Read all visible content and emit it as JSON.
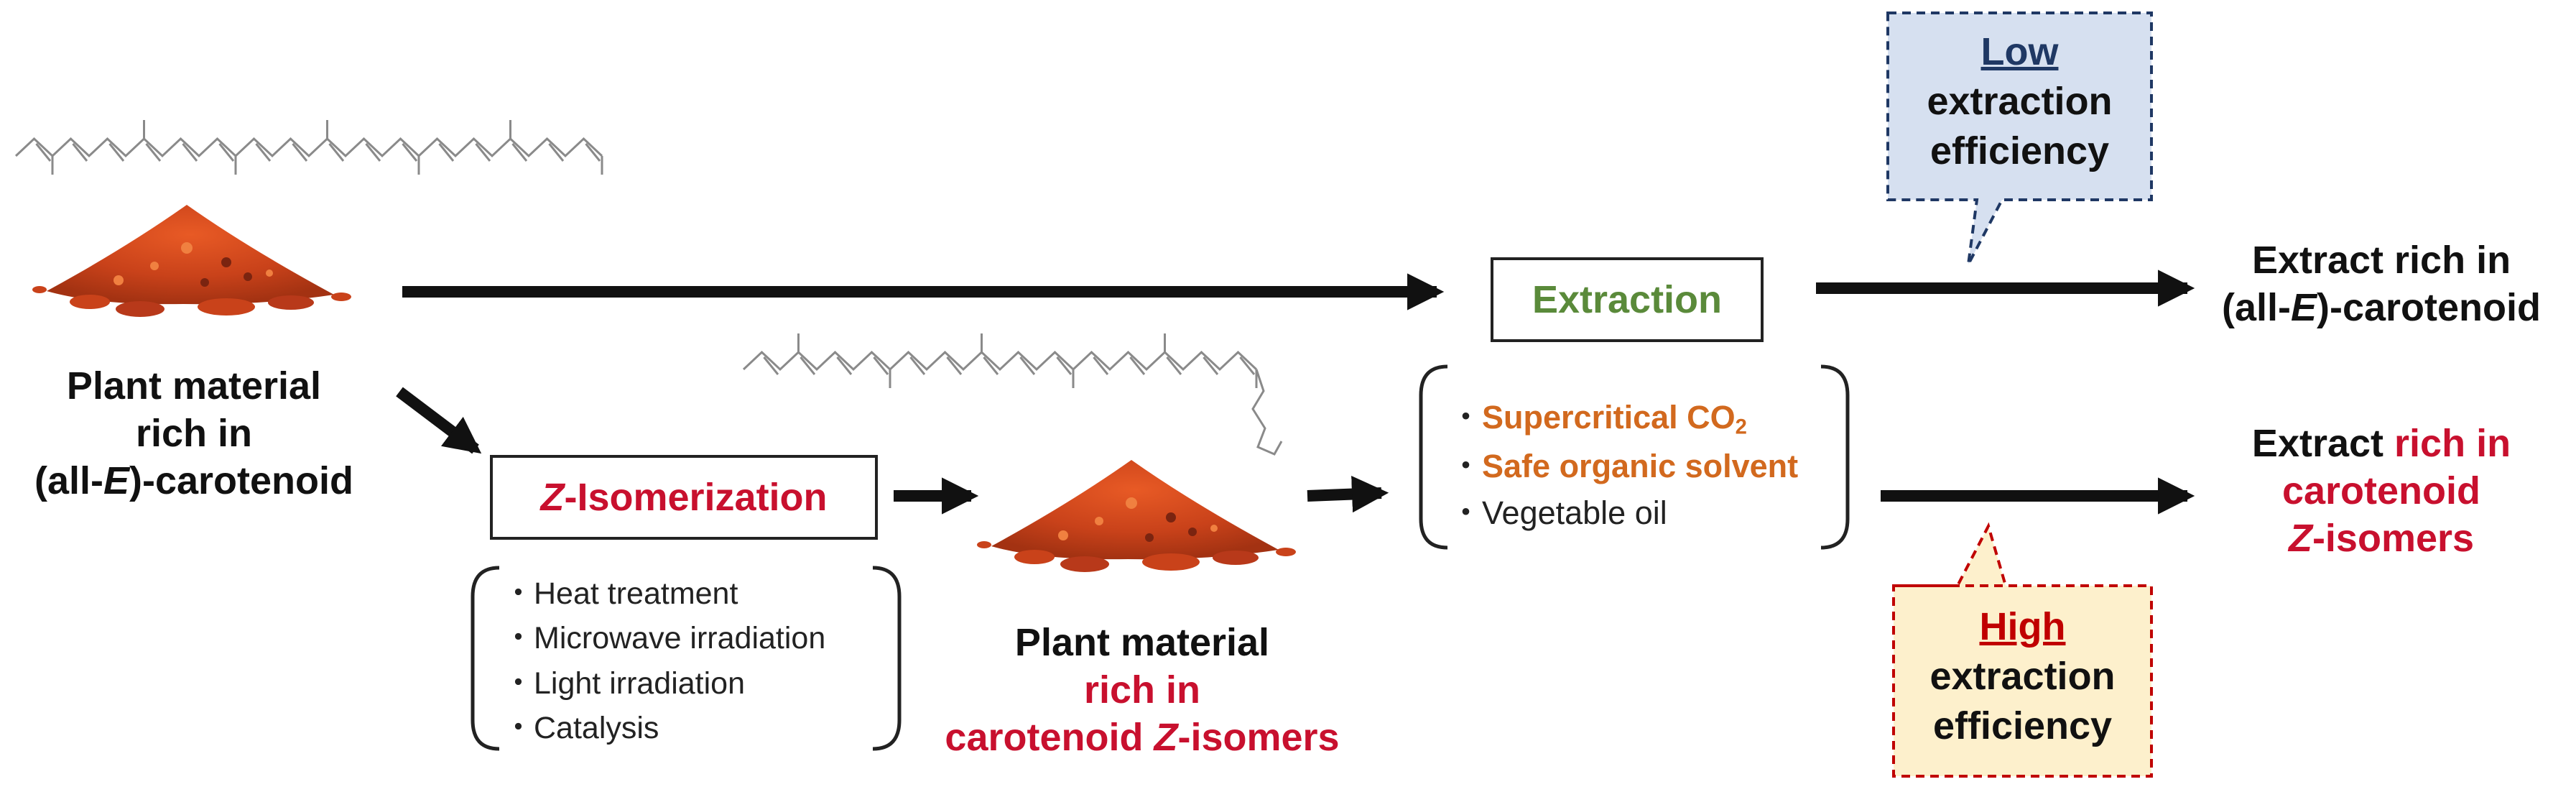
{
  "nodes": {
    "plant_start": {
      "line1": "Plant material",
      "line2": "rich in",
      "line3_pre": "(all-",
      "line3_italic": "E",
      "line3_post": ")-carotenoid"
    },
    "z_isomerization": {
      "italic": "Z",
      "rest": "-Isomerization"
    },
    "isomerization_methods": [
      "Heat treatment",
      "Microwave irradiation",
      "Light irradiation",
      "Catalysis"
    ],
    "plant_mid": {
      "line1": "Plant material",
      "line2": "rich in",
      "line3_pre": "carotenoid ",
      "line3_italic": "Z",
      "line3_post": "-isomers"
    },
    "extraction": {
      "label": "Extraction"
    },
    "extraction_methods": {
      "supercritical_pre": "Supercritical CO",
      "supercritical_sub": "2",
      "safe_solvent": "Safe organic solvent",
      "vegetable_oil": "Vegetable oil"
    },
    "extract_e": {
      "line1": "Extract rich in",
      "line2_pre": "(all-",
      "line2_italic": "E",
      "line2_post": ")-carotenoid"
    },
    "extract_z": {
      "line1_plain": "Extract ",
      "line1_red": "rich in",
      "line2": "carotenoid",
      "line3_italic": "Z",
      "line3_post": "-isomers"
    },
    "low_callout": {
      "emph": "Low",
      "line2": "extraction",
      "line3": "efficiency"
    },
    "high_callout": {
      "emph": "High",
      "line2": "extraction",
      "line3": "efficiency"
    },
    "bullet": "・"
  },
  "colors": {
    "red": "#c8102e",
    "orange": "#d2691e",
    "green": "#5a8a3a",
    "low_fill": "#d6e0f0",
    "low_border": "#1f3864",
    "high_fill": "#fdf0cc",
    "high_border": "#c00000",
    "powder": "#d2451e",
    "molecule": "#8a8a8a"
  },
  "icons": [
    "powder-pile-icon",
    "carotenoid-molecule-icon",
    "arrow-icon"
  ]
}
